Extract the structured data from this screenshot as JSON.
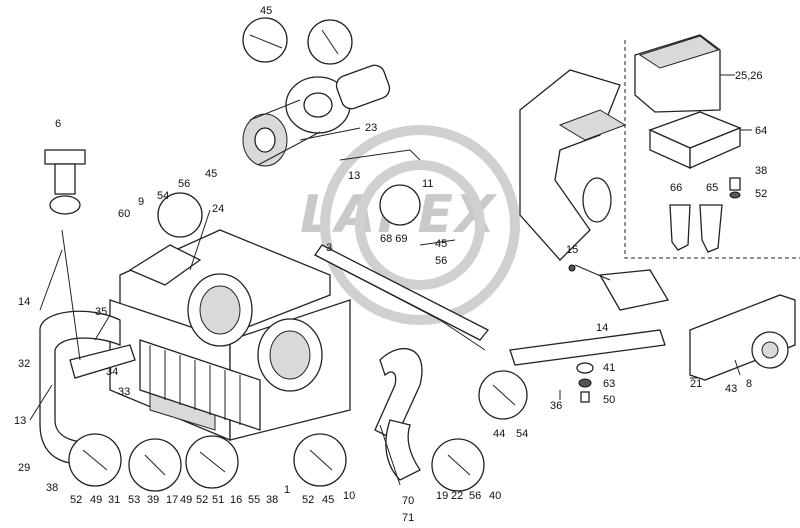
{
  "diagram": {
    "part_labels": [
      "45",
      "6",
      "23",
      "25,26",
      "64",
      "13",
      "11",
      "38",
      "52",
      "66",
      "65",
      "54",
      "56",
      "45",
      "24",
      "60",
      "9",
      "3",
      "68 69",
      "45",
      "56",
      "15",
      "14",
      "35",
      "14",
      "32",
      "34",
      "33",
      "13",
      "41",
      "63",
      "50",
      "36",
      "21",
      "43",
      "8",
      "29",
      "38",
      "52",
      "49",
      "31",
      "53",
      "39",
      "17",
      "49",
      "52",
      "51",
      "16",
      "55",
      "38",
      "1",
      "52",
      "45",
      "10",
      "70",
      "71",
      "19",
      "22",
      "56",
      "40",
      "44",
      "54"
    ],
    "watermark": "LAPEX",
    "colors": {
      "line": "#222222",
      "watermark": "#c9c9c9",
      "background": "#ffffff"
    }
  }
}
